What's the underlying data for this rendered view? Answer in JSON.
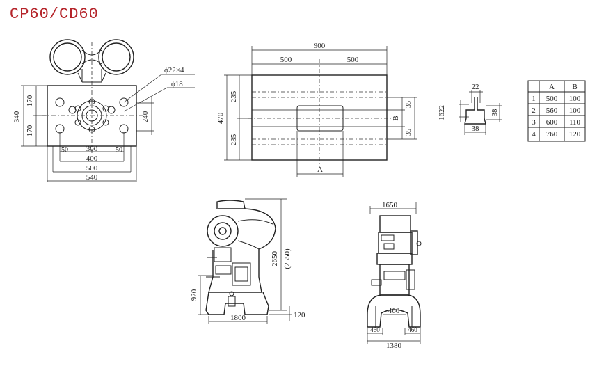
{
  "title": "CP60/CD60",
  "die_plate": {
    "hole_label": "ϕ22×4",
    "bore_label": "ϕ18",
    "dim_340": "340",
    "dim_170_top": "170",
    "dim_170_bottom": "170",
    "dim_240": "240",
    "dim_50_left": "50",
    "dim_300": "300",
    "dim_50_right": "50",
    "dim_400": "400",
    "dim_500": "500",
    "dim_540": "540"
  },
  "bed": {
    "dim_900": "900",
    "dim_500_left": "500",
    "dim_500_right": "500",
    "dim_470": "470",
    "dim_235_top": "235",
    "dim_235_bottom": "235",
    "dim_35_top": "35",
    "dim_B": "B",
    "dim_35_bottom": "35",
    "dim_A": "A"
  },
  "slot": {
    "dim_22": "22",
    "dim_1622": "1622",
    "dim_38_bottom": "38",
    "dim_38_right": "38"
  },
  "table": {
    "headers": [
      "",
      "A",
      "B"
    ],
    "rows": [
      [
        "1",
        "500",
        "100"
      ],
      [
        "2",
        "560",
        "100"
      ],
      [
        "3",
        "600",
        "110"
      ],
      [
        "4",
        "760",
        "120"
      ]
    ]
  },
  "side_view": {
    "dim_2650": "2650",
    "dim_2550": "(2550)",
    "dim_920": "920",
    "dim_1800": "1800",
    "dim_120": "120"
  },
  "front_view": {
    "dim_1650": "1650",
    "dim_460_mid": "460",
    "dim_460_left": "460",
    "dim_460_right": "460",
    "dim_1380": "1380"
  }
}
